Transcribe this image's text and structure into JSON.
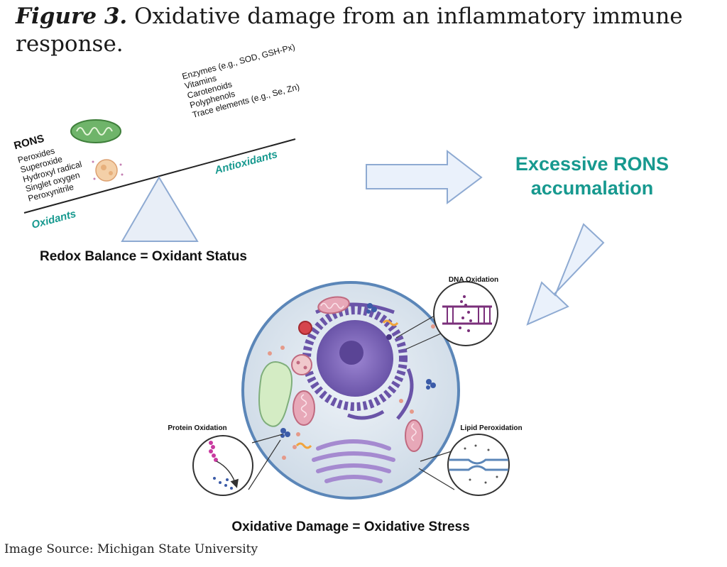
{
  "figure": {
    "label": "Figure 3.",
    "caption": "Oxidative damage from an inflammatory immune response."
  },
  "seesaw": {
    "rons_heading": "RONS",
    "rons_items": [
      "Peroxides",
      "Superoxide",
      "Hydroxyl radical",
      "Singlet oxygen",
      "Peroxynitrile"
    ],
    "oxidants_label": "Oxidants",
    "antioxidant_items": [
      "Enzymes (e.g., SOD, GSH-Px)",
      "Vitamins",
      "Carotenoids",
      "Polyphenols",
      "Trace elements (e.g., Se, Zn)"
    ],
    "antioxidants_label": "Antioxidants",
    "caption": "Redox Balance = Oxidant Status"
  },
  "accumulation": {
    "line1": "Excessive RONS",
    "line2": "accumalation"
  },
  "cell": {
    "dna_label": "DNA Oxidation",
    "protein_label": "Protein Oxidation",
    "lipid_label": "Lipid Peroxidation",
    "caption": "Oxidative Damage = Oxidative Stress"
  },
  "source": "Image Source: Michigan State University",
  "colors": {
    "accent_teal": "#17998f",
    "arrow_fill": "#eaf1fb",
    "arrow_stroke": "#8eaad2",
    "cell_fill": "#dce6ef",
    "cell_border": "#5b86b8",
    "nucleus": "#7d63b8"
  }
}
